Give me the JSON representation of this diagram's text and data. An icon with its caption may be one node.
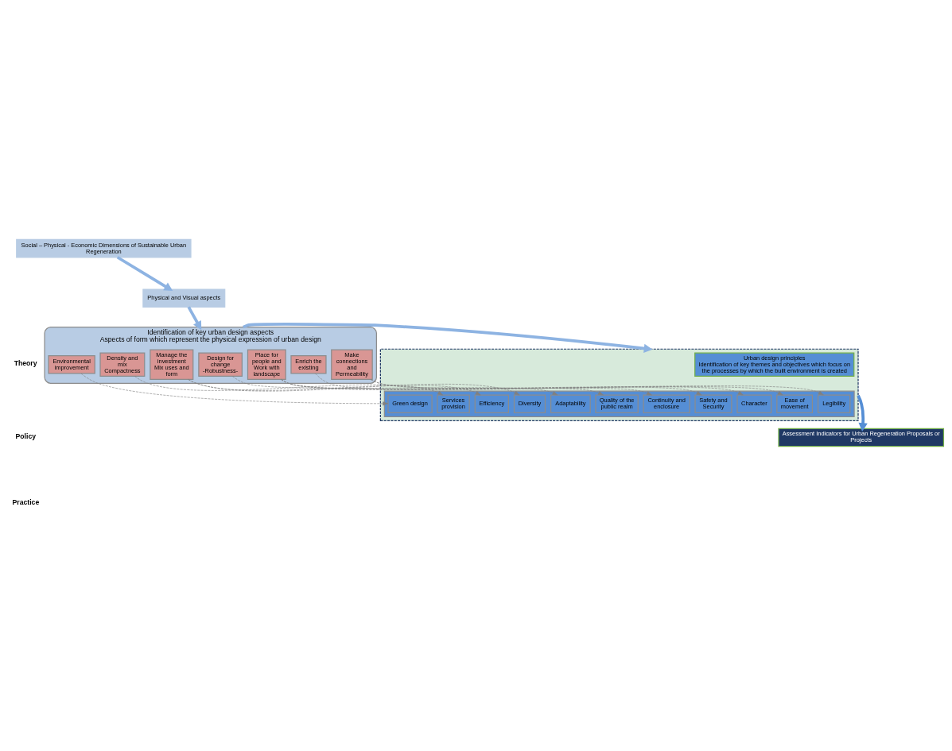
{
  "diagram": {
    "nodes": [
      {
        "text": [
          "Social – Physical - Economic Dimensions of Sustainable Urban Regeneration"
        ]
      },
      {
        "text": [
          "Physical and Visual aspects"
        ]
      },
      {
        "text": [
          "Identification of key urban design aspects",
          "Aspects of form which represent the physical expression of urban design"
        ]
      },
      {
        "text": [
          "Enrich the existing"
        ],
        "in": 2
      },
      {
        "text": [
          "Place for people and",
          "Work with landscape"
        ],
        "in": 2
      },
      {
        "text": [
          "Make connections and Permeability"
        ],
        "in": 2
      },
      {
        "text": [
          "Design for change -Robustness-"
        ],
        "in": 2
      },
      {
        "text": [
          "Manage the investment",
          "Mix uses and form"
        ],
        "in": 2
      },
      {
        "text": [
          "Density and mix Compactness"
        ],
        "in": 2
      },
      {
        "text": [
          "Environmental improvement"
        ],
        "in": 2
      },
      {
        "text": [],
        "shape": "box"
      },
      {
        "text": [
          "Urban design principles",
          "Identification of key themes and objectives which focus on the processes by which the built environment is created"
        ],
        "in": 10
      },
      {
        "text": [],
        "shape": "box",
        "in": 10
      },
      {
        "text": [
          "Character"
        ],
        "in": 12
      },
      {
        "text": [
          "Continuity and enclosure"
        ],
        "in": 12
      },
      {
        "text": [
          "Quality of the public realm"
        ],
        "in": 12
      },
      {
        "text": [
          "Safety and Security"
        ],
        "in": 12
      },
      {
        "text": [
          "Ease of movement"
        ],
        "in": 12
      },
      {
        "text": [
          "Legibility"
        ],
        "in": 12
      },
      {
        "text": [
          "Adaptability"
        ],
        "in": 12
      },
      {
        "text": [
          "Diversity"
        ],
        "in": 12
      },
      {
        "text": [
          "Efficiency"
        ],
        "in": 12
      },
      {
        "text": [
          "Services provision"
        ],
        "in": 12
      },
      {
        "text": [
          "Green design"
        ],
        "in": 12
      },
      {
        "text": [
          "Assessment Indicators for Urban Regeneration Proposals or Projects"
        ]
      }
    ],
    "edges": [
      {
        "from": 0,
        "to": 1,
        "arrow": "to",
        "style": "thick",
        "color": "#8db3e2"
      },
      {
        "from": 1,
        "to": 2,
        "arrow": "to",
        "style": "thick",
        "color": "#8db3e2"
      },
      {
        "from": 2,
        "to": 10,
        "arrow": "to",
        "style": "thick",
        "color": "#8db3e2"
      },
      {
        "from": 3,
        "to": 13,
        "arrow": "to",
        "style": "dashed"
      },
      {
        "from": 4,
        "to": 14,
        "arrow": "to",
        "style": "dashed"
      },
      {
        "from": 4,
        "to": 15,
        "arrow": "to",
        "style": "dashed"
      },
      {
        "from": 4,
        "to": 16,
        "arrow": "to",
        "style": "dashed"
      },
      {
        "from": 5,
        "to": 17,
        "arrow": "to",
        "style": "dashed"
      },
      {
        "from": 5,
        "to": 18,
        "arrow": "to",
        "style": "dashed"
      },
      {
        "from": 6,
        "to": 19,
        "arrow": "to",
        "style": "dashed"
      },
      {
        "from": 7,
        "to": 20,
        "arrow": "to",
        "style": "dashed"
      },
      {
        "from": 7,
        "to": 21,
        "arrow": "to",
        "style": "dashed"
      },
      {
        "from": 8,
        "to": 22,
        "arrow": "to",
        "style": "dashed"
      },
      {
        "from": 9,
        "to": 23,
        "arrow": "to",
        "style": "dashed"
      },
      {
        "from": 10,
        "to": 24,
        "arrow": "to",
        "style": "thick",
        "color": "#558ed5"
      }
    ],
    "labels": [
      "Theory",
      "Policy",
      "Practice"
    ]
  }
}
